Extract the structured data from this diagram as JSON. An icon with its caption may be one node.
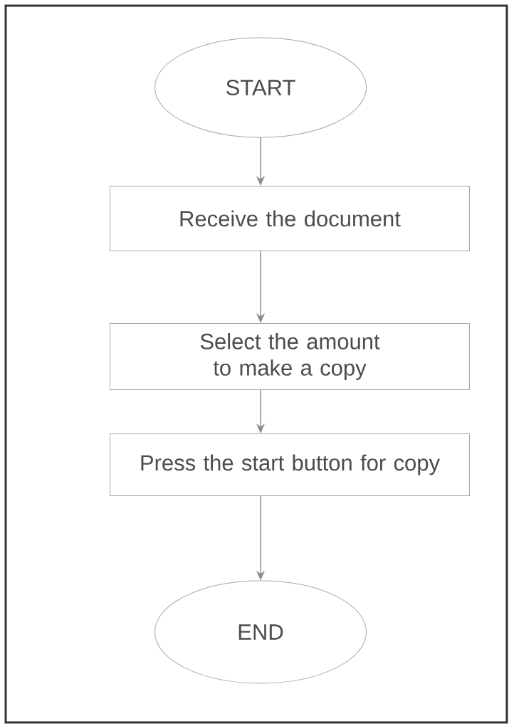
{
  "diagram": {
    "nodes": [
      {
        "text": [
          "START"
        ]
      },
      {
        "text": [
          "Receive the document"
        ]
      },
      {
        "text": [
          "Select the amount to make a copy"
        ]
      },
      {
        "text": [
          "Press the start button for copy"
        ]
      },
      {
        "text": [
          "END"
        ]
      }
    ],
    "edges": [
      {
        "from": 0,
        "to": 1,
        "arrow": "to"
      },
      {
        "from": 1,
        "to": 2,
        "arrow": "to"
      },
      {
        "from": 2,
        "to": 3,
        "arrow": "to"
      },
      {
        "from": 3,
        "to": 4,
        "arrow": "to"
      }
    ]
  }
}
